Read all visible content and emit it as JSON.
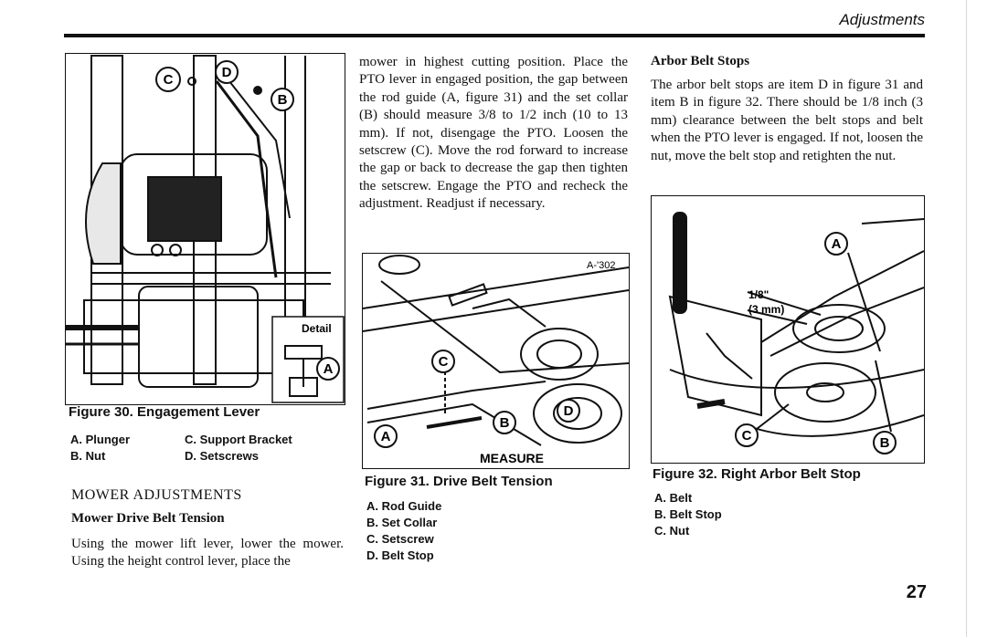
{
  "header": {
    "section": "Adjustments",
    "page_number": "27"
  },
  "figure30": {
    "caption": "Figure 30. Engagement Lever",
    "callouts": [
      "A",
      "B",
      "C",
      "D"
    ],
    "inset_label": "Detail",
    "legend_col1": [
      "A. Plunger",
      "B. Nut"
    ],
    "legend_col2": [
      "C. Support Bracket",
      "D. Setscrews"
    ]
  },
  "section": {
    "title": "MOWER ADJUSTMENTS",
    "subtitle": "Mower Drive Belt Tension"
  },
  "col1_text": "Using the mower lift lever, lower the mower. Using the height control lever, place the",
  "col2_text": "mower in highest cutting position. Place the PTO lever in engaged position, the gap between the rod guide (A, figure 31) and the set collar (B) should measure 3/8 to 1/2 inch (10 to 13 mm). If not, disengage the PTO. Loosen the setscrew (C). Move the rod forward to increase the gap or back to decrease the gap then tighten the setscrew. Engage the PTO and recheck the adjustment. Readjust if necessary.",
  "figure31": {
    "caption": "Figure 31. Drive Belt Tension",
    "id_label": "A-'302",
    "measure_label": "MEASURE",
    "callouts": [
      "A",
      "B",
      "C",
      "D"
    ],
    "legend": [
      "A. Rod Guide",
      "B. Set Collar",
      "C. Setscrew",
      "D. Belt Stop"
    ]
  },
  "arbor": {
    "heading": "Arbor Belt Stops",
    "text": "The arbor belt stops are item D in figure 31 and item B in figure 32. There should be 1/8 inch (3 mm) clearance between the belt stops and belt when the PTO lever is engaged. If not, loosen the nut, move the belt stop and retighten the nut."
  },
  "figure32": {
    "caption": "Figure 32. Right Arbor Belt Stop",
    "dim1": "1/8\"",
    "dim2": "(3 mm)",
    "callouts": [
      "A",
      "B",
      "C"
    ],
    "legend": [
      "A. Belt",
      "B. Belt Stop",
      "C. Nut"
    ]
  }
}
